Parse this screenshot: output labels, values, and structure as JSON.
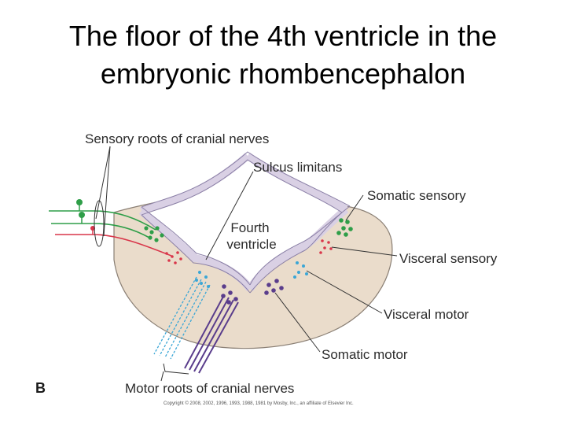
{
  "title": {
    "line1": "The floor of the 4th ventricle in the",
    "line2": "embryonic rhombencephalon"
  },
  "diagram": {
    "panel_letter": "B",
    "labels": {
      "sensory_roots": "Sensory roots of cranial nerves",
      "sulcus_limitans": "Sulcus limitans",
      "fourth_ventricle_line1": "Fourth",
      "fourth_ventricle_line2": "ventricle",
      "somatic_sensory": "Somatic sensory",
      "visceral_sensory": "Visceral sensory",
      "visceral_motor": "Visceral motor",
      "somatic_motor": "Somatic motor",
      "motor_roots": "Motor roots of cranial nerves"
    },
    "copyright": "Copyright © 2008, 2002, 1996, 1993, 1988, 1981 by Mosby, Inc., an affiliate of Elsevier Inc.",
    "colors": {
      "tissue": "#eadccb",
      "ependyma": "#d9d0e4",
      "somatic_sensory": "#2e9e48",
      "visceral_sensory": "#d9364a",
      "visceral_motor": "#3aa6d6",
      "somatic_motor": "#5a3d8c"
    }
  }
}
